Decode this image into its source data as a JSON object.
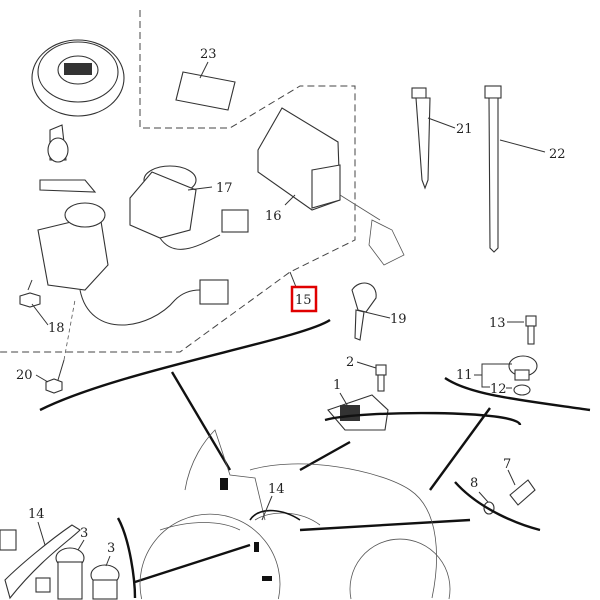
{
  "diagram": {
    "callouts": [
      "23",
      "21",
      "22",
      "17",
      "16",
      "15",
      "19",
      "18",
      "20",
      "13",
      "2",
      "11",
      "12",
      "1",
      "14",
      "8",
      "7",
      "14",
      "3",
      "3"
    ],
    "highlighted_callout": "15",
    "highlight_color": "#e00000"
  }
}
